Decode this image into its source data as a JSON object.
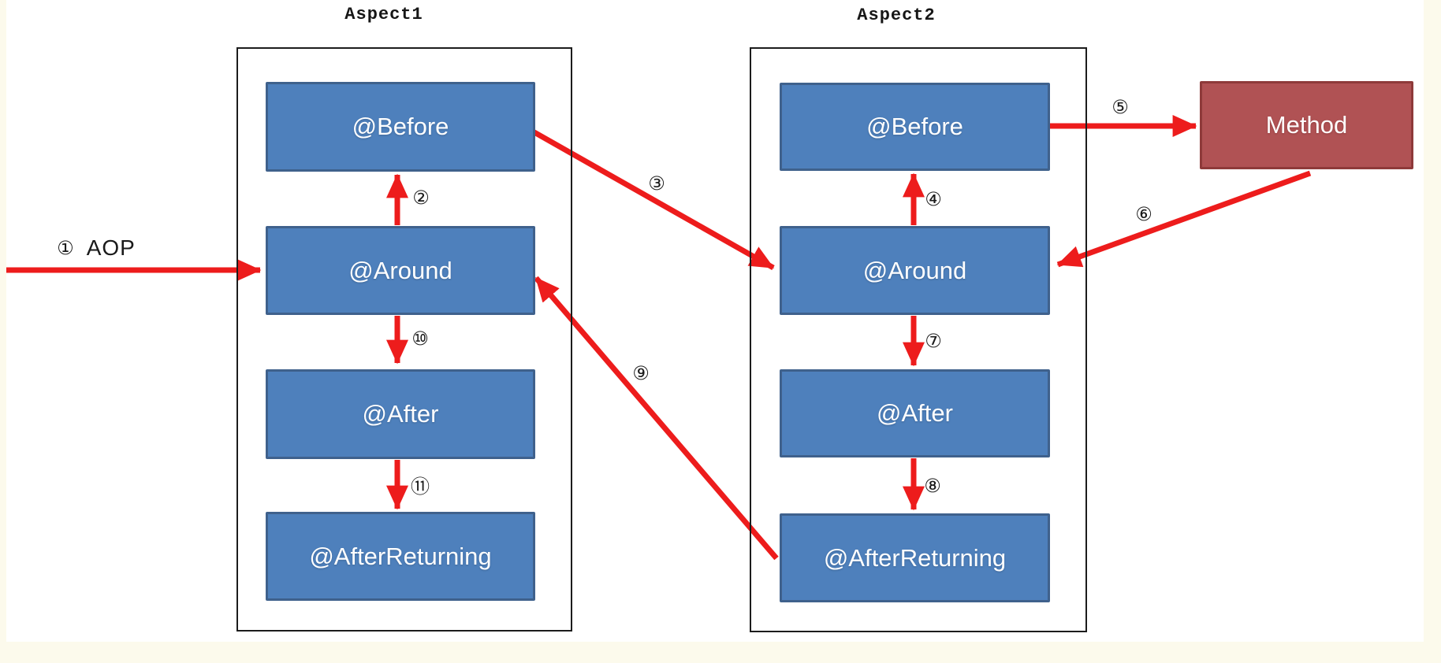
{
  "page": {
    "background_color": "#fcfaec",
    "canvas_color": "#ffffff"
  },
  "palette": {
    "arrow_red": "#ed1c1c",
    "aspect_box_fill": "#4e80bc",
    "aspect_box_border": "#3f618c",
    "method_fill": "#b05254",
    "method_border": "#8e3a3a",
    "container_border": "#1c1c1c",
    "box_text": "#ffffff",
    "label_text": "#1a1a1a"
  },
  "aspect1": {
    "title": "Aspect1",
    "boxes": [
      {
        "label": "@Before"
      },
      {
        "label": "@Around"
      },
      {
        "label": "@After"
      },
      {
        "label": "@AfterReturning"
      }
    ]
  },
  "aspect2": {
    "title": "Aspect2",
    "boxes": [
      {
        "label": "@Before"
      },
      {
        "label": "@Around"
      },
      {
        "label": "@After"
      },
      {
        "label": "@AfterReturning"
      }
    ]
  },
  "method": {
    "label": "Method"
  },
  "steps": {
    "s1": {
      "num": "①",
      "text": "AOP"
    },
    "s2": {
      "num": "②"
    },
    "s3": {
      "num": "③"
    },
    "s4": {
      "num": "④"
    },
    "s5": {
      "num": "⑤"
    },
    "s6": {
      "num": "⑥"
    },
    "s7": {
      "num": "⑦"
    },
    "s8": {
      "num": "⑧"
    },
    "s9": {
      "num": "⑨"
    },
    "s10": {
      "num": "⑩"
    },
    "s11": {
      "num": "⑪"
    }
  }
}
